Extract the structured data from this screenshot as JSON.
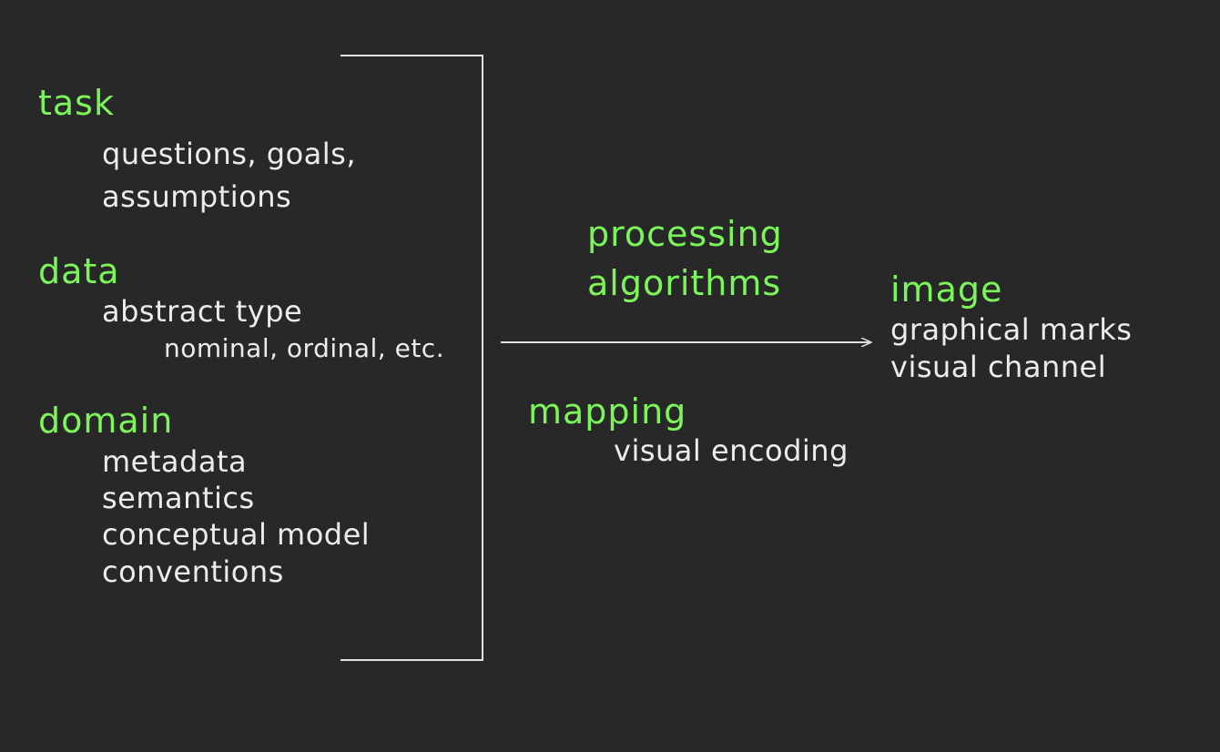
{
  "left": {
    "task": {
      "heading": "task",
      "items": [
        "questions, goals,",
        "assumptions"
      ]
    },
    "data": {
      "heading": "data",
      "items": [
        "abstract type"
      ],
      "subitems": [
        "nominal, ordinal, etc."
      ]
    },
    "domain": {
      "heading": "domain",
      "items": [
        "metadata",
        "semantics",
        "conceptual model",
        "conventions"
      ]
    }
  },
  "middle": {
    "processing": {
      "lines": [
        "processing",
        "algorithms"
      ]
    },
    "mapping": {
      "heading": "mapping",
      "items": [
        "visual encoding"
      ]
    }
  },
  "right": {
    "image": {
      "heading": "image",
      "items": [
        "graphical marks",
        "visual channel"
      ]
    }
  },
  "colors": {
    "background": "#282828",
    "heading": "#7cf55a",
    "text": "#ececec",
    "lines": "#e0e0e0"
  }
}
